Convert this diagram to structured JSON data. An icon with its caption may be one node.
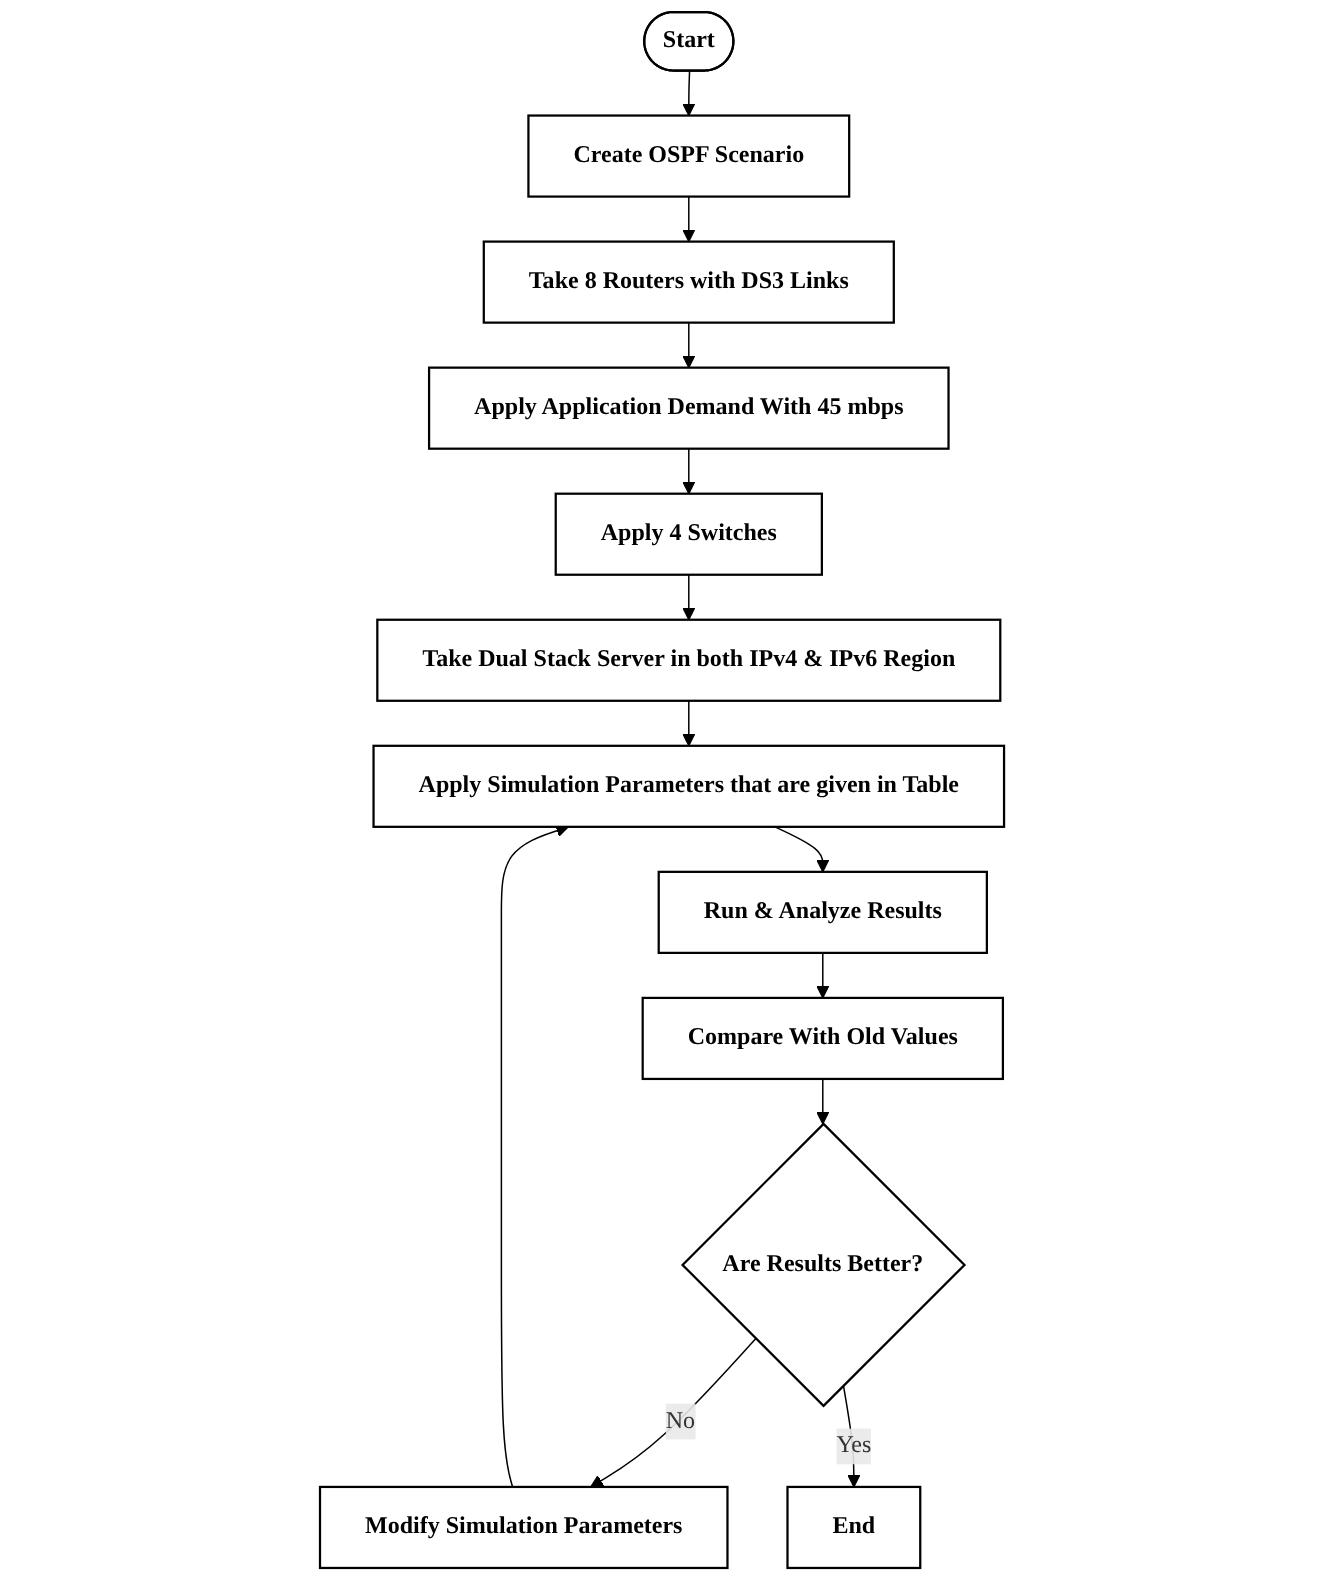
{
  "diagram": {
    "nodes": [
      {
        "text": [
          "Start"
        ]
      },
      {
        "text": [
          "Create OSPF Scenario"
        ]
      },
      {
        "text": [
          "Take 8 Routers with DS3 Links"
        ]
      },
      {
        "text": [
          "Apply Application Demand With 45 mbps"
        ]
      },
      {
        "text": [
          "Apply 4 Switches"
        ]
      },
      {
        "text": [
          "Take Dual Stack Server in both IPv4 & IPv6 Region"
        ]
      },
      {
        "text": [
          "Apply Simulation Parameters that are given in Table"
        ]
      },
      {
        "text": [
          "Run & Analyze Results"
        ]
      },
      {
        "text": [
          "Compare With Old Values"
        ]
      },
      {
        "text": [
          "Are Results Better?"
        ]
      },
      {
        "text": [
          "Modify Simulation Parameters"
        ]
      },
      {
        "text": [
          "End"
        ]
      }
    ],
    "edges": [
      {
        "from": 0,
        "to": 1,
        "arrow": "to"
      },
      {
        "from": 1,
        "to": 2,
        "arrow": "to"
      },
      {
        "from": 2,
        "to": 3,
        "arrow": "to"
      },
      {
        "from": 3,
        "to": 4,
        "arrow": "to"
      },
      {
        "from": 4,
        "to": 5,
        "arrow": "to"
      },
      {
        "from": 5,
        "to": 6,
        "arrow": "to"
      },
      {
        "from": 6,
        "to": 7,
        "arrow": "to"
      },
      {
        "from": 7,
        "to": 8,
        "arrow": "to"
      },
      {
        "from": 8,
        "to": 9,
        "arrow": "to"
      },
      {
        "from": 9,
        "to": 10,
        "arrow": "to",
        "label": "No"
      },
      {
        "from": 9,
        "to": 11,
        "arrow": "to",
        "label": "Yes"
      },
      {
        "from": 10,
        "to": 6,
        "arrow": "to"
      }
    ]
  }
}
